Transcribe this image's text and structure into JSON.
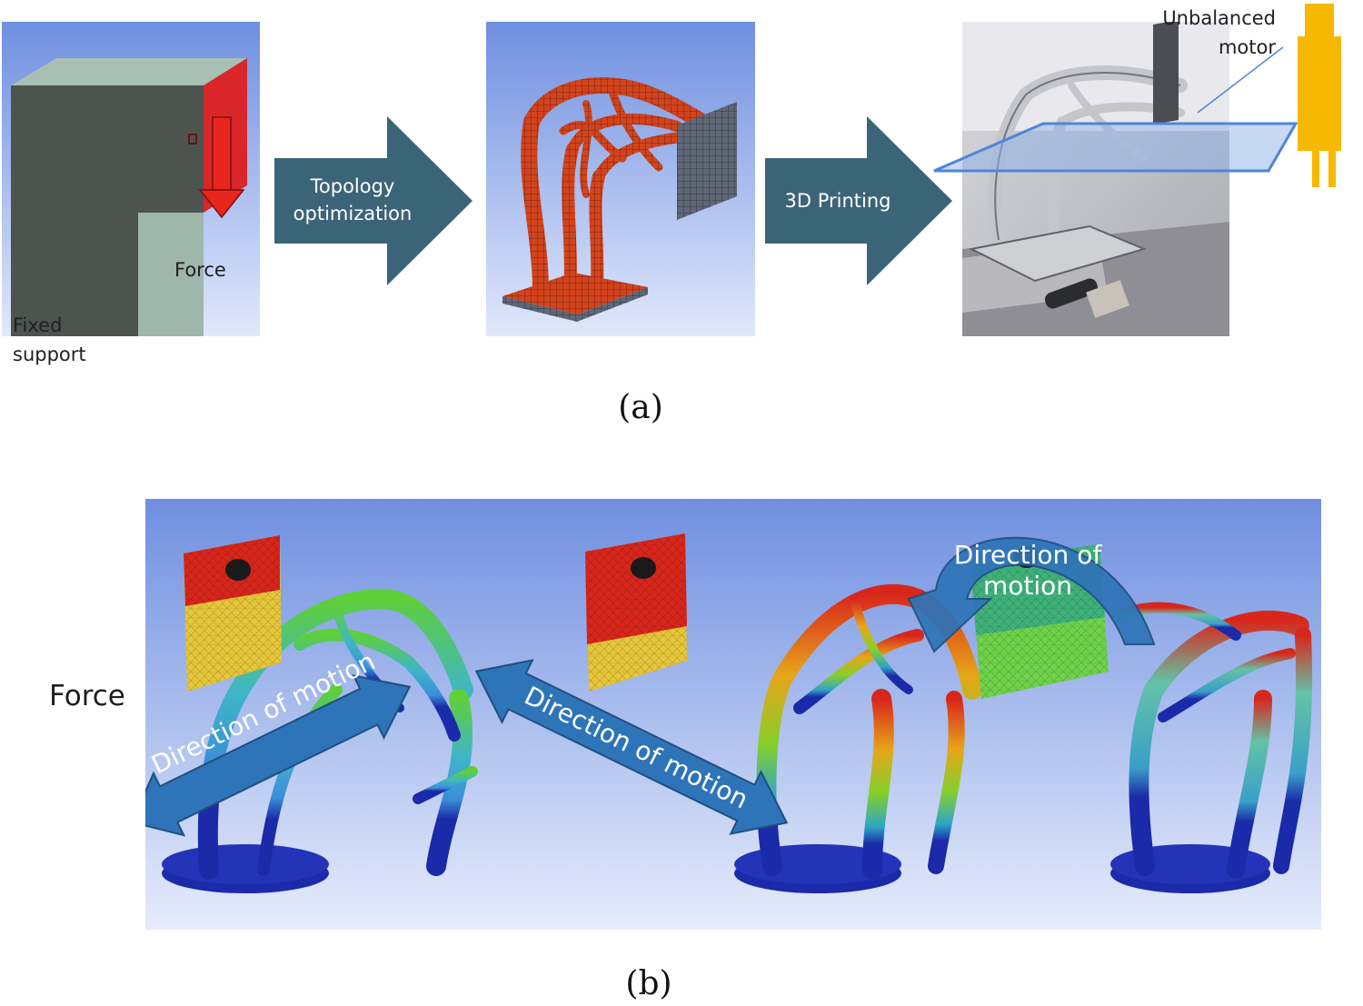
{
  "panel_a": {
    "fixed_support_label": "Fixed\nsupport",
    "force_label": "Force",
    "topology_arrow_label": "Topology\noptimization",
    "printing_arrow_label": "3D Printing",
    "motor_label": "Unbalanced\nmotor",
    "caption": "(a)"
  },
  "panel_b": {
    "force_label": "Force",
    "motion_label_1": "Direction of motion",
    "motion_label_2": "Direction of motion",
    "motion_label_3": "Direction of\nmotion",
    "caption": "(b)"
  },
  "colors": {
    "process_arrow": "#3c6478",
    "force_arrow": "#e31c1c",
    "motion_arrow": "#2e74b8",
    "motor": "#f6b800",
    "mesh_red": "#d6261b",
    "mesh_blue": "#1a2aa8"
  }
}
